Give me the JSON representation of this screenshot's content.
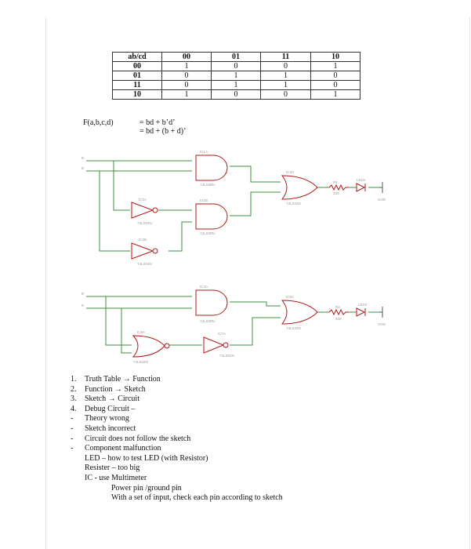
{
  "truth_table": {
    "header": [
      "ab/cd",
      "00",
      "01",
      "11",
      "10"
    ],
    "rows": [
      {
        "label": "00",
        "cells": [
          "1",
          "0",
          "0",
          "1"
        ]
      },
      {
        "label": "01",
        "cells": [
          "0",
          "1",
          "1",
          "0"
        ]
      },
      {
        "label": "11",
        "cells": [
          "0",
          "1",
          "1",
          "0"
        ]
      },
      {
        "label": "10",
        "cells": [
          "1",
          "0",
          "0",
          "1"
        ]
      }
    ]
  },
  "function": {
    "name": "F(a,b,c,d)",
    "expr1": "= bd + b’d’",
    "expr2": "= bd + (b + d)’"
  },
  "circuit1": {
    "inputs": [
      "B",
      "D"
    ],
    "gates": [
      {
        "ref": "IC1A",
        "part": "74LS08N"
      },
      {
        "ref": "IC2A",
        "part": "74LS04N"
      },
      {
        "ref": "IC1B",
        "part": "74LS08N"
      },
      {
        "ref": "IC2B",
        "part": "74LS04N"
      },
      {
        "ref": "IC3A",
        "part": "74LS32N"
      }
    ],
    "resistor": {
      "ref": "R1",
      "value": "330"
    },
    "led": "LED1",
    "ground": "GND"
  },
  "circuit2": {
    "inputs": [
      "B",
      "D"
    ],
    "gates": [
      {
        "ref": "IC4A",
        "part": "74LS08N"
      },
      {
        "ref": "IC5A",
        "part": "74LS32N"
      },
      {
        "ref": "IC7A",
        "part": "74LS04N"
      },
      {
        "ref": "IC5A",
        "part": "74LS32N"
      }
    ],
    "resistor": {
      "ref": "R2",
      "value": "330"
    },
    "led": "LED2",
    "ground": "GND"
  },
  "steps": [
    {
      "marker": "1.",
      "indent": 0,
      "text": "Truth Table → Function"
    },
    {
      "marker": "2.",
      "indent": 0,
      "text": "Function → Sketch"
    },
    {
      "marker": "3.",
      "indent": 0,
      "text": "Sketch → Circuit"
    },
    {
      "marker": "4.",
      "indent": 0,
      "text": "Debug Circuit –"
    },
    {
      "marker": "-",
      "indent": 0,
      "text": "Theory wrong"
    },
    {
      "marker": "-",
      "indent": 0,
      "text": "Sketch incorrect"
    },
    {
      "marker": "-",
      "indent": 0,
      "text": "Circuit does not follow the sketch"
    },
    {
      "marker": "-",
      "indent": 0,
      "text": "Component malfunction"
    },
    {
      "marker": "",
      "indent": 1,
      "text": "LED – how to test LED (with Resistor)"
    },
    {
      "marker": "",
      "indent": 1,
      "text": "Resister – too big"
    },
    {
      "marker": "",
      "indent": 1,
      "text": "IC - use Multimeter"
    },
    {
      "marker": "",
      "indent": 2,
      "text": "Power pin /ground pin"
    },
    {
      "marker": "",
      "indent": 2,
      "text": "With a set of input, check each pin according to sketch"
    }
  ],
  "colors": {
    "wire": "#3f8f3f",
    "gate": "#b01818",
    "label": "#9a9a9a"
  }
}
